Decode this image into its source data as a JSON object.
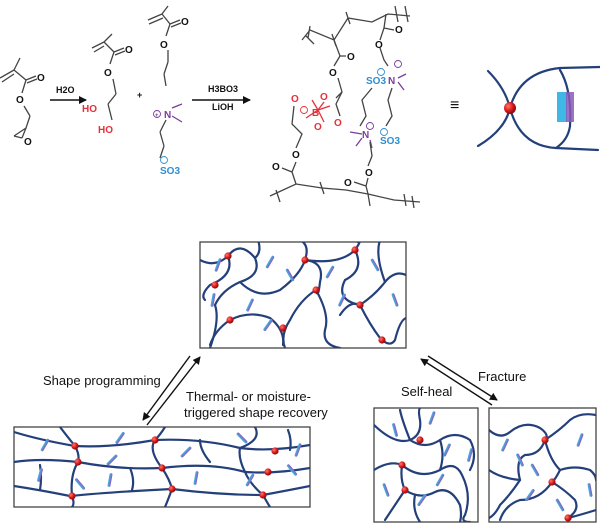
{
  "figure": {
    "scheme": {
      "reagent_step1": "H2O",
      "reagent_step2_top": "H3BO3",
      "reagent_step2_bottom": "LiOH",
      "plus_sign": "+",
      "equivalence_sign": "≡",
      "atoms": {
        "oxygen": "O",
        "hydroxyl": "HO",
        "nitrogen": "N",
        "sulfonate": "SO3",
        "boron": "B",
        "positive_charge": "+",
        "negative_charge": "−"
      }
    },
    "transitions": {
      "shape_programming": "Shape programming",
      "shape_recovery_line1": "Thermal- or moisture-",
      "shape_recovery_line2": "triggered shape recovery",
      "fracture": "Fracture",
      "self_heal": "Self-heal"
    },
    "colors": {
      "chain": "#24407a",
      "crosslink": "#d7191c",
      "zwitterion_cyan": "#3fb8e6",
      "zwitterion_purple": "#8a5ab8",
      "diol_red": "#e8303a",
      "sulfonate_blue": "#2e8fd0",
      "ammonium_purple": "#7a3d9a"
    }
  }
}
